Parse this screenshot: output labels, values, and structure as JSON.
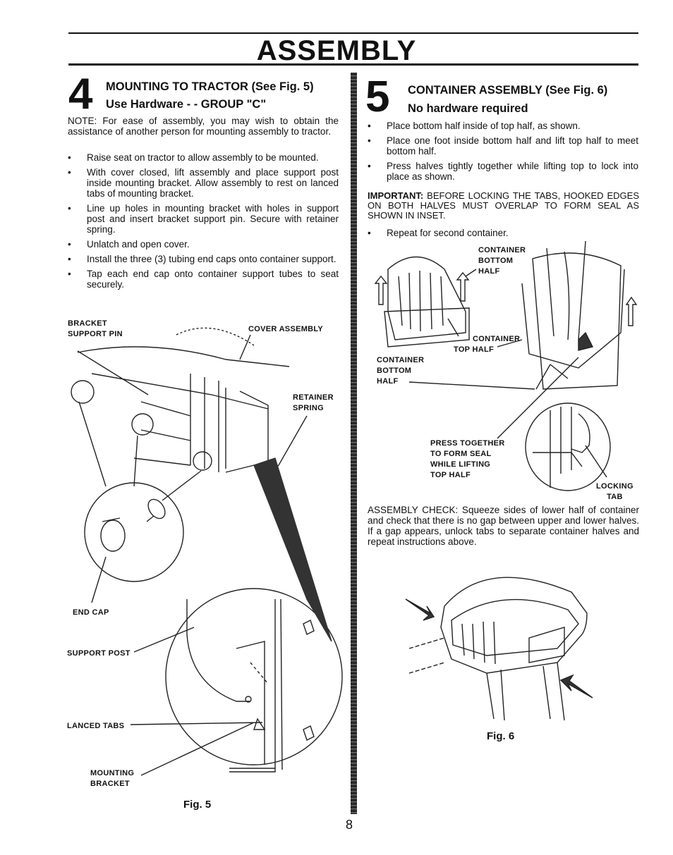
{
  "page_title": "ASSEMBLY",
  "page_number": "8",
  "step4": {
    "number": "4",
    "heading": "MOUNTING TO TRACTOR (See Fig. 5)",
    "subheading": "Use Hardware - - GROUP \"C\"",
    "note_label": "NOTE:",
    "note_text": " For ease of assembly, you may wish to obtain the assistance of another person for mounting assembly to tractor.",
    "bullets": [
      "Raise seat on tractor to allow assembly to be mounted.",
      "With cover closed, lift assembly and place support post inside mounting bracket. Allow assembly to rest on lanced tabs of mounting bracket.",
      "Line up holes in mounting bracket with holes in support post and insert bracket support pin. Secure with retainer spring.",
      "Unlatch and open cover.",
      "Install the three (3) tubing end caps onto container support.",
      "Tap each end cap onto container support tubes to seat securely."
    ],
    "figure": {
      "caption": "Fig. 5",
      "labels": {
        "bracket_support_pin_1": "BRACKET",
        "bracket_support_pin_2": "SUPPORT PIN",
        "cover_assembly": "COVER ASSEMBLY",
        "retainer_spring_1": "RETAINER",
        "retainer_spring_2": "SPRING",
        "end_cap": "END CAP",
        "support_post": "SUPPORT POST",
        "lanced_tabs": "LANCED TABS",
        "mounting_bracket_1": "MOUNTING",
        "mounting_bracket_2": "BRACKET"
      }
    }
  },
  "step5": {
    "number": "5",
    "heading": "CONTAINER ASSEMBLY (See Fig. 6)",
    "subheading": "No hardware required",
    "bullets": [
      "Place bottom half inside of top half, as shown.",
      "Place one foot inside bottom half and lift top half to meet bottom half.",
      "Press halves tightly together while lifting top to lock into place as shown."
    ],
    "important_label": "IMPORTANT:",
    "important_text": " BEFORE LOCKING THE TABS, HOOKED EDGES ON BOTH HALVES MUST OVERLAP TO FORM SEAL AS SHOWN IN INSET.",
    "bullet_last": "Repeat for second container.",
    "figure_labels": {
      "container_bottom_half_a_1": "CONTAINER",
      "container_bottom_half_a_2": "BOTTOM",
      "container_bottom_half_a_3": "HALF",
      "container_top_half_1": "CONTAINER",
      "container_top_half_2": "TOP HALF",
      "container_bottom_half_b_1": "CONTAINER",
      "container_bottom_half_b_2": "BOTTOM",
      "container_bottom_half_b_3": "HALF",
      "press_1": "PRESS TOGETHER",
      "press_2": "TO FORM SEAL",
      "press_3": "WHILE LIFTING",
      "press_4": "TOP HALF",
      "locking_tab_1": "LOCKING",
      "locking_tab_2": "TAB"
    },
    "assembly_check": "ASSEMBLY CHECK: Squeeze sides of lower half of container and check that there is no gap between upper and lower halves. If a gap appears, unlock tabs to separate container halves and repeat instructions above.",
    "figure_caption": "Fig. 6"
  }
}
